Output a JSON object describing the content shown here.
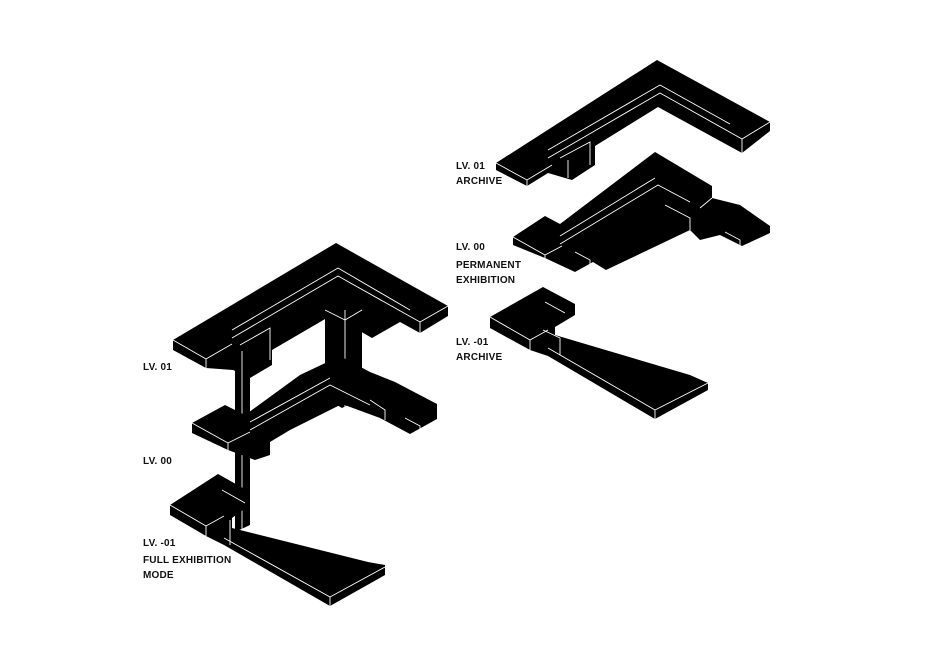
{
  "left_group": {
    "level_01": "LV. 01",
    "level_00": "LV. 00",
    "level_m01": "LV. -01",
    "mode_line1": "FULL EXHIBITION",
    "mode_line2": "MODE"
  },
  "right_group": {
    "level_01": "LV. 01",
    "level_01_name": "ARCHIVE",
    "level_00": "LV. 00",
    "level_00_name_line1": "PERMANENT",
    "level_00_name_line2": "EXHIBITION",
    "level_m01": "LV. -01",
    "level_m01_name": "ARCHIVE"
  }
}
